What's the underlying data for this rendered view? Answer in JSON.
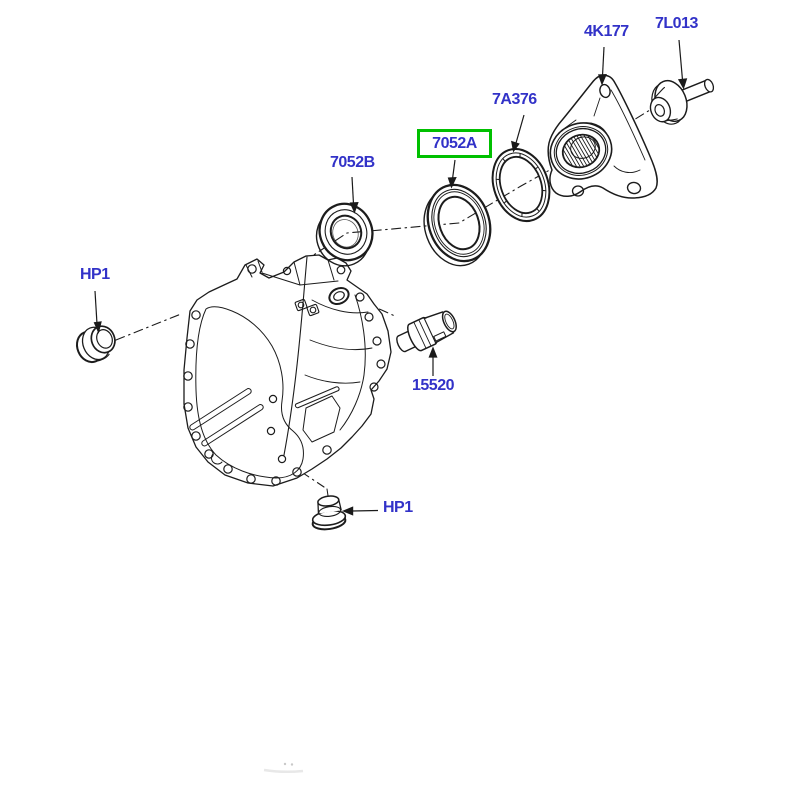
{
  "diagram": {
    "type": "exploded-parts-view",
    "background": "#ffffff",
    "label_color": "#3232c8",
    "highlight_color": "#00c000",
    "line_color": "#1c1c1c",
    "callouts": [
      {
        "id": "hp1-upper",
        "text": "HP1",
        "highlighted": false
      },
      {
        "id": "7052b",
        "text": "7052B",
        "highlighted": false
      },
      {
        "id": "7052a",
        "text": "7052A",
        "highlighted": true
      },
      {
        "id": "7a376",
        "text": "7A376",
        "highlighted": false
      },
      {
        "id": "4k177",
        "text": "4K177",
        "highlighted": false
      },
      {
        "id": "7l013",
        "text": "7L013",
        "highlighted": false
      },
      {
        "id": "15520",
        "text": "15520",
        "highlighted": false
      },
      {
        "id": "hp1-lower",
        "text": "HP1",
        "highlighted": false
      }
    ]
  }
}
